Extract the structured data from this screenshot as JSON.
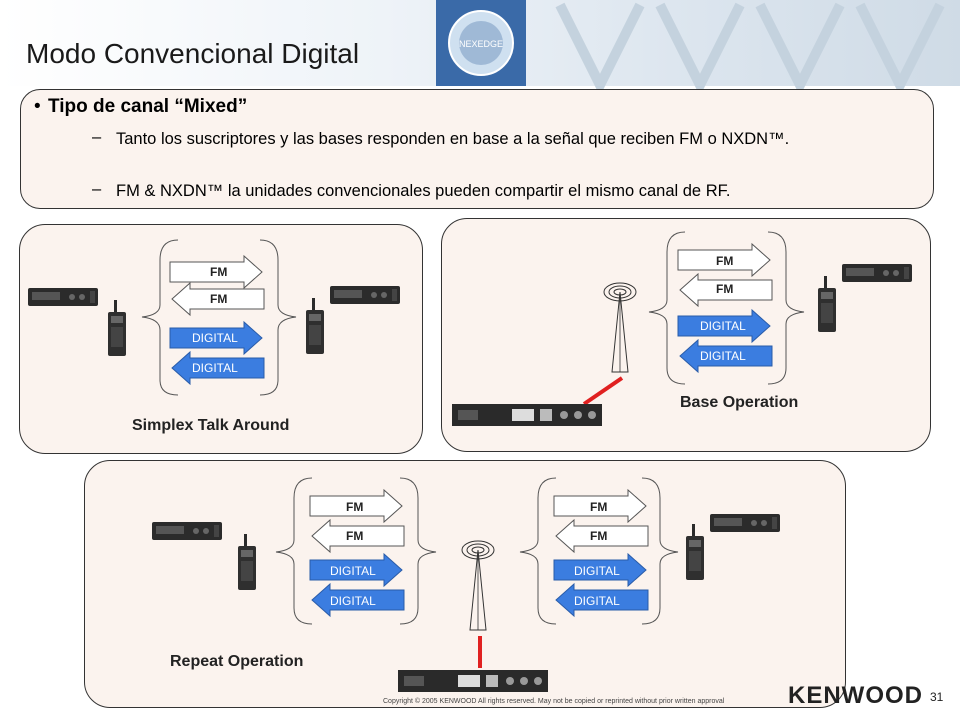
{
  "slide": {
    "title": "Modo Convencional Digital",
    "badge_label": "NEXEDGE",
    "bullet_title": "Tipo de canal “Mixed”",
    "bullet_marker": "•",
    "dash": "–",
    "sub_items": [
      "Tanto los suscriptores y las bases responden en base a la señal que reciben  FM o NXDN™.",
      "FM & NXDN™  la unidades convencionales pueden compartir el mismo canal de RF."
    ]
  },
  "panels": {
    "simplex": {
      "caption": "Simplex Talk Around"
    },
    "base": {
      "caption": "Base Operation"
    },
    "repeat": {
      "caption": "Repeat  Operation"
    }
  },
  "arrows": {
    "fm_label": "FM",
    "digital_label": "DIGITAL"
  },
  "colors": {
    "digital_arrow": "#3b7de0",
    "fm_arrow": "#ffffff",
    "link_line": "#e02020",
    "panel_bg": "#fbf3ee"
  },
  "footer": {
    "copyright": "Copyright © 2005 KENWOOD   All rights reserved. May not be copied or reprinted without prior written approval",
    "page_number": "31",
    "brand": "KENWOOD"
  }
}
